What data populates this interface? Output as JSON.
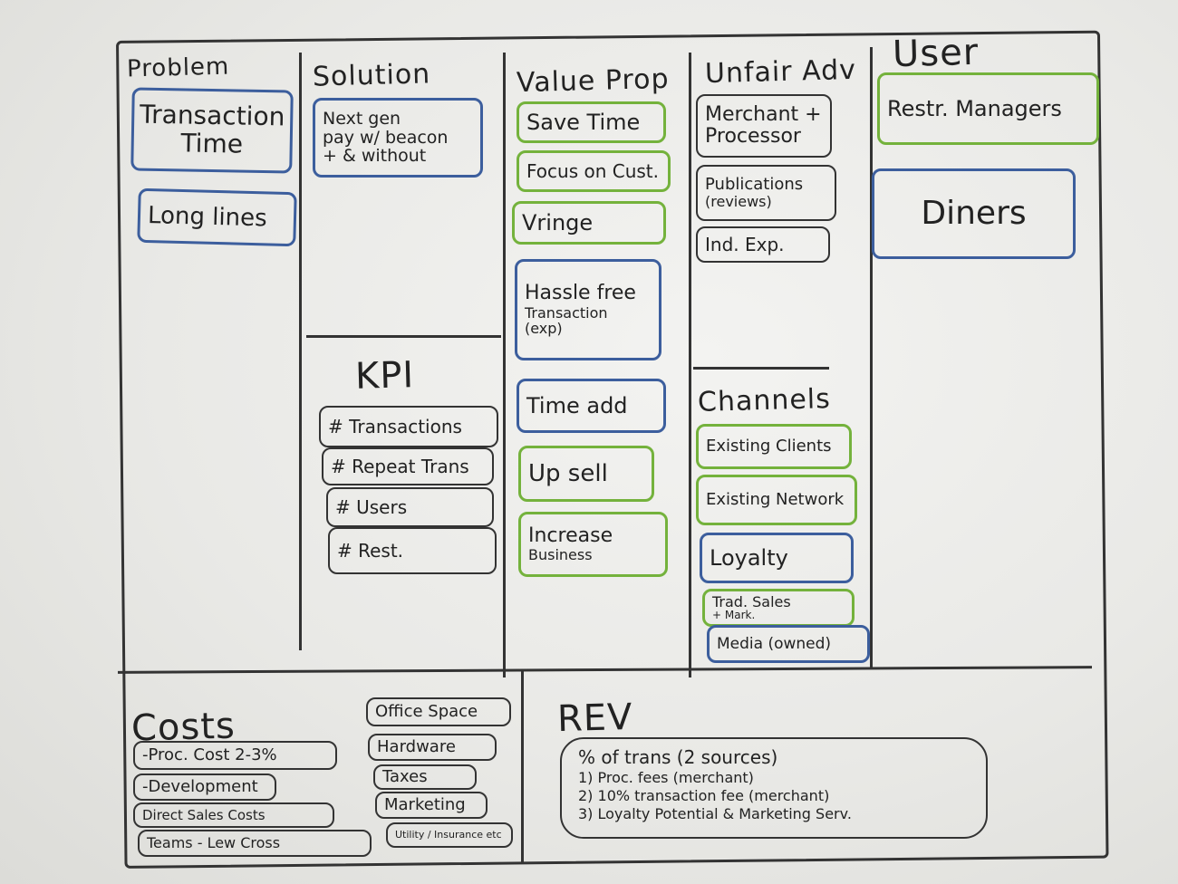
{
  "board": {
    "sections": {
      "problem": "Problem",
      "solution": "Solution",
      "value_prop": "Value Prop",
      "unfair_adv": "Unfair Adv",
      "user": "User",
      "kpi": "KPI",
      "channels": "Channels",
      "costs": "Costs",
      "rev": "REV"
    },
    "problem_notes": [
      {
        "line1": "Transaction",
        "line2": "Time"
      },
      {
        "line1": "Long lines"
      }
    ],
    "solution_notes": [
      {
        "line1": "Next gen",
        "line2": "pay w/ beacon",
        "line3": "+ & without"
      }
    ],
    "value_prop_notes": [
      {
        "line1": "Save Time"
      },
      {
        "line1": "Focus on Cust."
      },
      {
        "line1": "Vringe"
      },
      {
        "line1": "Hassle free",
        "line2": "Transaction",
        "line3": "(exp)"
      },
      {
        "line1": "Time add"
      },
      {
        "line1": "Up sell"
      },
      {
        "line1": "Increase",
        "line2": "Business"
      }
    ],
    "unfair_adv_notes": [
      {
        "line1": "Merchant +",
        "line2": "Processor"
      },
      {
        "line1": "Publications",
        "line2": "(reviews)"
      },
      {
        "line1": "Ind. Exp."
      }
    ],
    "user_notes": [
      {
        "line1": "Restr. Managers"
      },
      {
        "line1": "Diners"
      }
    ],
    "kpi_notes": [
      {
        "line1": "# Transactions"
      },
      {
        "line1": "# Repeat Trans"
      },
      {
        "line1": "# Users"
      },
      {
        "line1": "# Rest."
      }
    ],
    "channels_notes": [
      {
        "line1": "Existing Clients"
      },
      {
        "line1": "Existing Network"
      },
      {
        "line1": "Loyalty"
      },
      {
        "line1": "Trad. Sales",
        "line2": "+ Mark."
      },
      {
        "line1": "Media (owned)"
      }
    ],
    "costs_left": [
      {
        "line1": "-Proc. Cost 2-3%"
      },
      {
        "line1": "-Development"
      },
      {
        "line1": "Direct Sales Costs"
      },
      {
        "line1": "Teams - Lew Cross"
      }
    ],
    "costs_right": [
      {
        "line1": "Office Space"
      },
      {
        "line1": "Hardware"
      },
      {
        "line1": "Taxes"
      },
      {
        "line1": "Marketing"
      },
      {
        "line1": "Utility / Insurance etc"
      }
    ],
    "rev_lines": {
      "line1": "% of trans (2 sources)",
      "line2": "1) Proc. fees (merchant)",
      "line3": "2) 10% transaction fee (merchant)",
      "line4": "3) Loyalty Potential & Marketing Serv."
    },
    "colors": {
      "green_marker": "#74b23c",
      "blue_marker": "#3c5e9d",
      "black_marker": "#333333"
    }
  }
}
